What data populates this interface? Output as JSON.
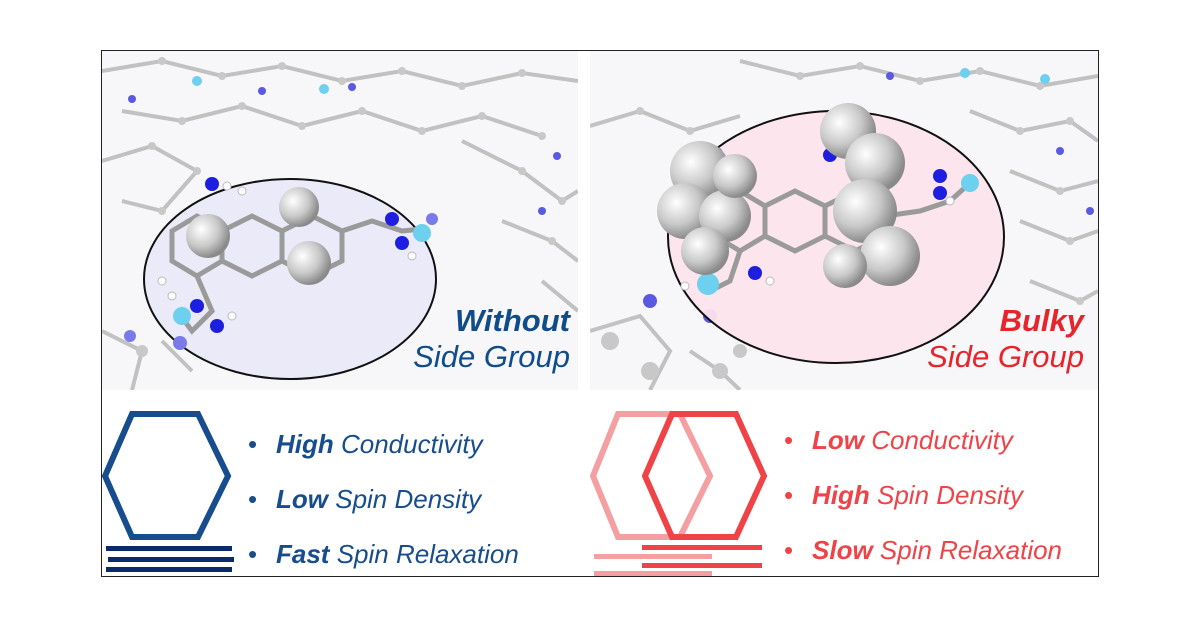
{
  "left_panel": {
    "label_bold": "Without",
    "label_regular": "Side Group",
    "properties": [
      {
        "keyword": "High",
        "rest": " Conductivity"
      },
      {
        "keyword": "Low",
        "rest": " Spin Density"
      },
      {
        "keyword": "Fast",
        "rest": " Spin Relaxation"
      }
    ]
  },
  "right_panel": {
    "label_bold": "Bulky",
    "label_regular": "Side Group",
    "properties": [
      {
        "keyword": "Low",
        "rest": " Conductivity"
      },
      {
        "keyword": "High",
        "rest": " Spin Density"
      },
      {
        "keyword": "Slow",
        "rest": " Spin Relaxation"
      }
    ]
  },
  "colors": {
    "blue_text": "#174d8c",
    "blue_label": "#0f4c8a",
    "red_text": "#ef4347",
    "red_label": "#e8232a",
    "left_ellipse_fill": "#e8e8f8",
    "right_ellipse_fill": "#fde4ec",
    "carbon": "#b4b4b4",
    "nitrogen": "#3a3ad8",
    "metal": "#6cd0ee"
  },
  "icons": [
    "hexagon-icon",
    "stacked-layers-icon",
    "offset-hexagons-icon",
    "slipped-layers-icon"
  ]
}
